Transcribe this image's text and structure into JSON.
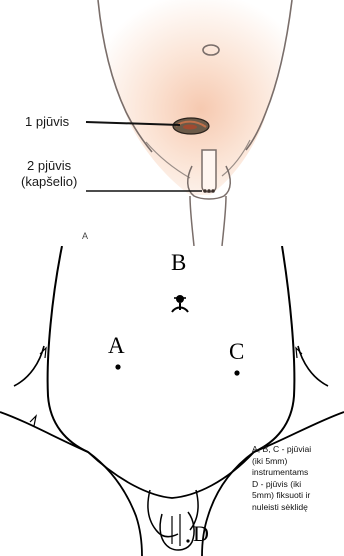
{
  "panel_a": {
    "incision_1": "1 pjūvis",
    "incision_2_line1": "2 pjūvis",
    "incision_2_line2": "(kapšelio)",
    "corner_letter": "A"
  },
  "panel_b": {
    "port_b": "B",
    "port_a": "A",
    "port_c": "C",
    "port_d": "D",
    "legend": [
      "A, B, C - pjūviai",
      "(iki 5mm)",
      "instrumentams",
      "D - pjūvis (iki",
      "5mm) fiksuoti ir",
      "nuleisti sėklidę"
    ]
  },
  "colors": {
    "skin_tint": "#fbe3d4",
    "outline": "#7a6e6a",
    "ink": "#111111"
  }
}
